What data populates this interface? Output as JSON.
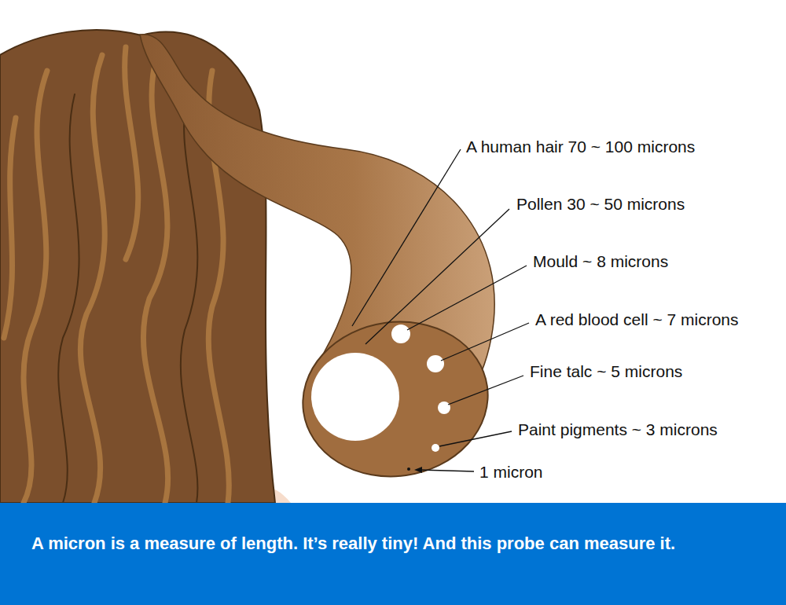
{
  "diagram": {
    "nodes": [
      {
        "text": [
          "A micron is a measure of length. It’s really tiny! And this probe can measure it."
        ]
      }
    ],
    "labels": [
      "A human hair 70 ~ 100 microns",
      "Pollen 30 ~ 50 microns",
      "Mould ~ 8 microns",
      "A red blood cell ~ 7 microns",
      "Fine talc ~ 5 microns",
      "Paint pigments ~ 3 microns",
      "1 micron"
    ]
  }
}
